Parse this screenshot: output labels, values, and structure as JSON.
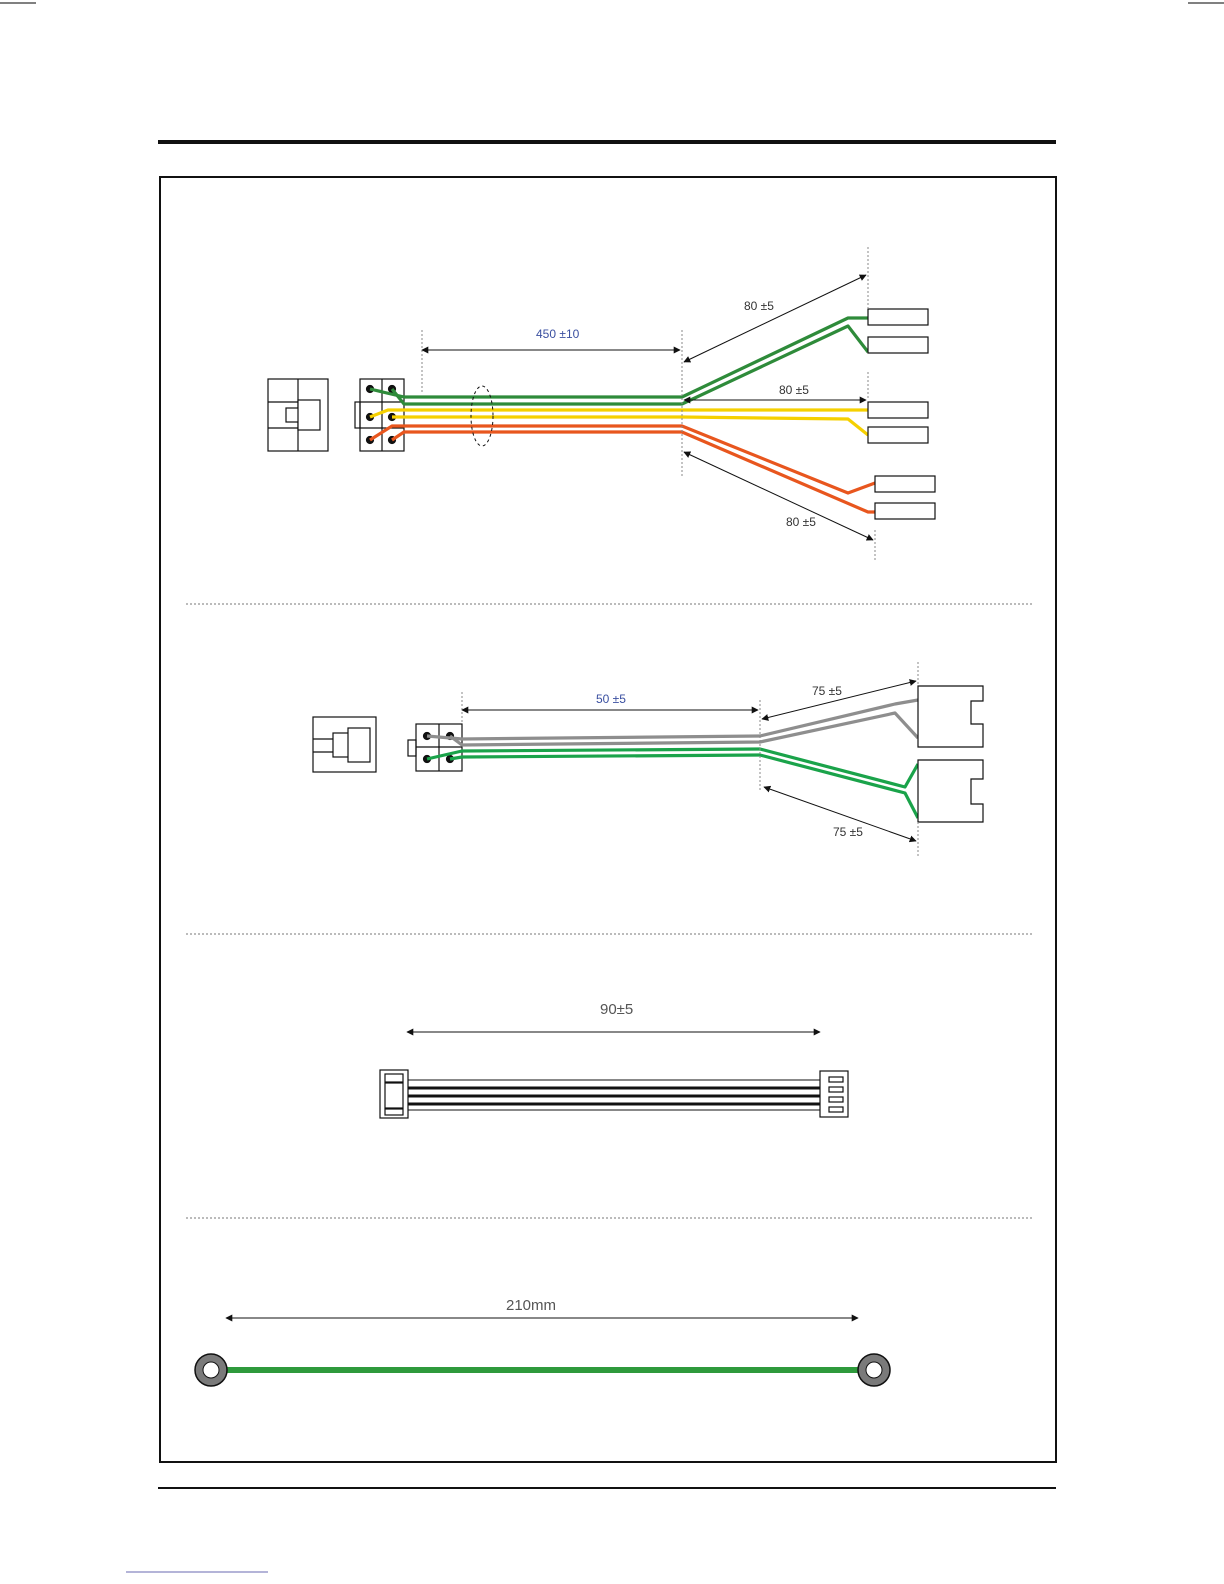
{
  "colors": {
    "wire_green": "#2e8b3a",
    "wire_yellow": "#f5d000",
    "wire_orange": "#e8561e",
    "wire_gray": "#8e8e8e",
    "wire_bright_green": "#1aa34a",
    "ground_wire": "#2e9a3c",
    "dimension_text_blue": "#3a4fa0"
  },
  "harness_1": {
    "main_length": "450 ±10",
    "branch_top": "80 ±5",
    "branch_middle": "80 ±5",
    "branch_bottom": "80 ±5"
  },
  "harness_2": {
    "main_length": "50 ±5",
    "branch_top": "75 ±5",
    "branch_bottom": "75 ±5"
  },
  "harness_3": {
    "length": "90±5"
  },
  "harness_4": {
    "length": "210mm"
  }
}
